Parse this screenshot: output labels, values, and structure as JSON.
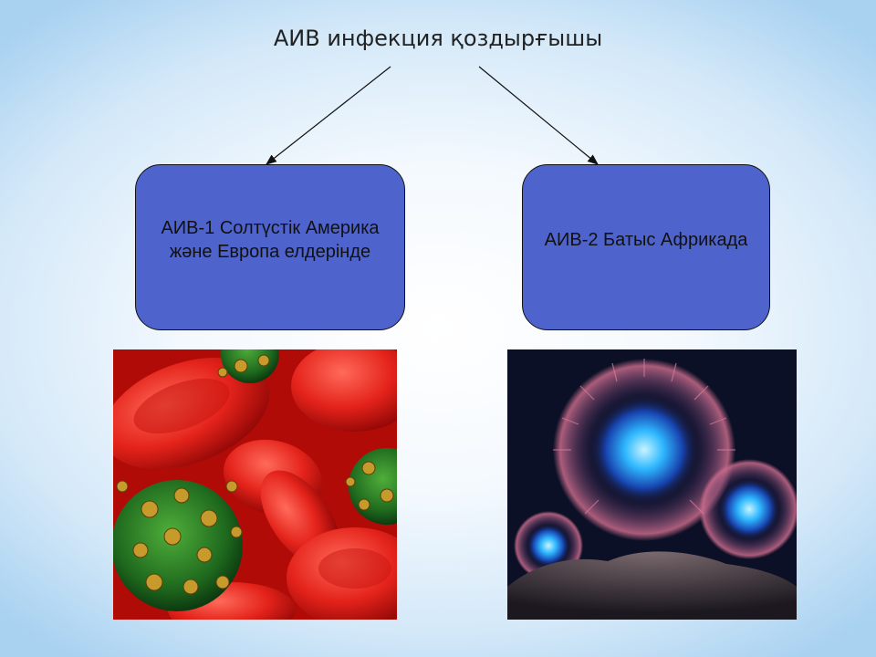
{
  "slide": {
    "title": "АИВ инфекция қоздырғышы",
    "box_left": "АИВ-1 Солтүстік Америка\n және Европа елдерінде",
    "box_right": "АИВ-2 Батыс Африкада",
    "box_color": "#4f63cd"
  },
  "images": {
    "left": "hiv-virus-and-red-blood-cells-illustration",
    "right": "blue-glowing-virus-particles-illustration"
  }
}
